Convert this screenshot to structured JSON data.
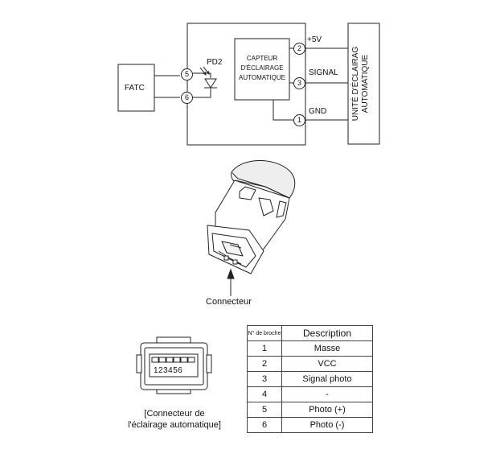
{
  "schematic": {
    "fatc_label": "FATC",
    "pd2_label": "PD2",
    "sensor_label_lines": [
      "CAPTEUR",
      "D'ÉCLAIRAGE",
      "AUTOMATIQUE"
    ],
    "unit_label_lines": [
      "UNITÉ D'ÉCLAIRAG",
      "AUTOMATIQUE"
    ],
    "signal_labels": {
      "plus5v": "+5V",
      "signal": "SIGNAL",
      "gnd": "GND"
    },
    "pins": {
      "p5": "5",
      "p6": "6",
      "p2": "2",
      "p3": "3",
      "p1": "1"
    }
  },
  "photo": {
    "connector_caption": "Connecteur"
  },
  "connector_face": {
    "pin_numbers": "123456",
    "caption_line1": "[Connecteur de",
    "caption_line2": "l'éclairage automatique]"
  },
  "pin_table": {
    "headers": {
      "pin": "N° de broche",
      "description": "Description"
    },
    "rows": [
      {
        "pin": "1",
        "description": "Masse"
      },
      {
        "pin": "2",
        "description": "VCC"
      },
      {
        "pin": "3",
        "description": "Signal photo"
      },
      {
        "pin": "4",
        "description": "-"
      },
      {
        "pin": "5",
        "description": "Photo (+)"
      },
      {
        "pin": "6",
        "description": "Photo (-)"
      }
    ]
  }
}
